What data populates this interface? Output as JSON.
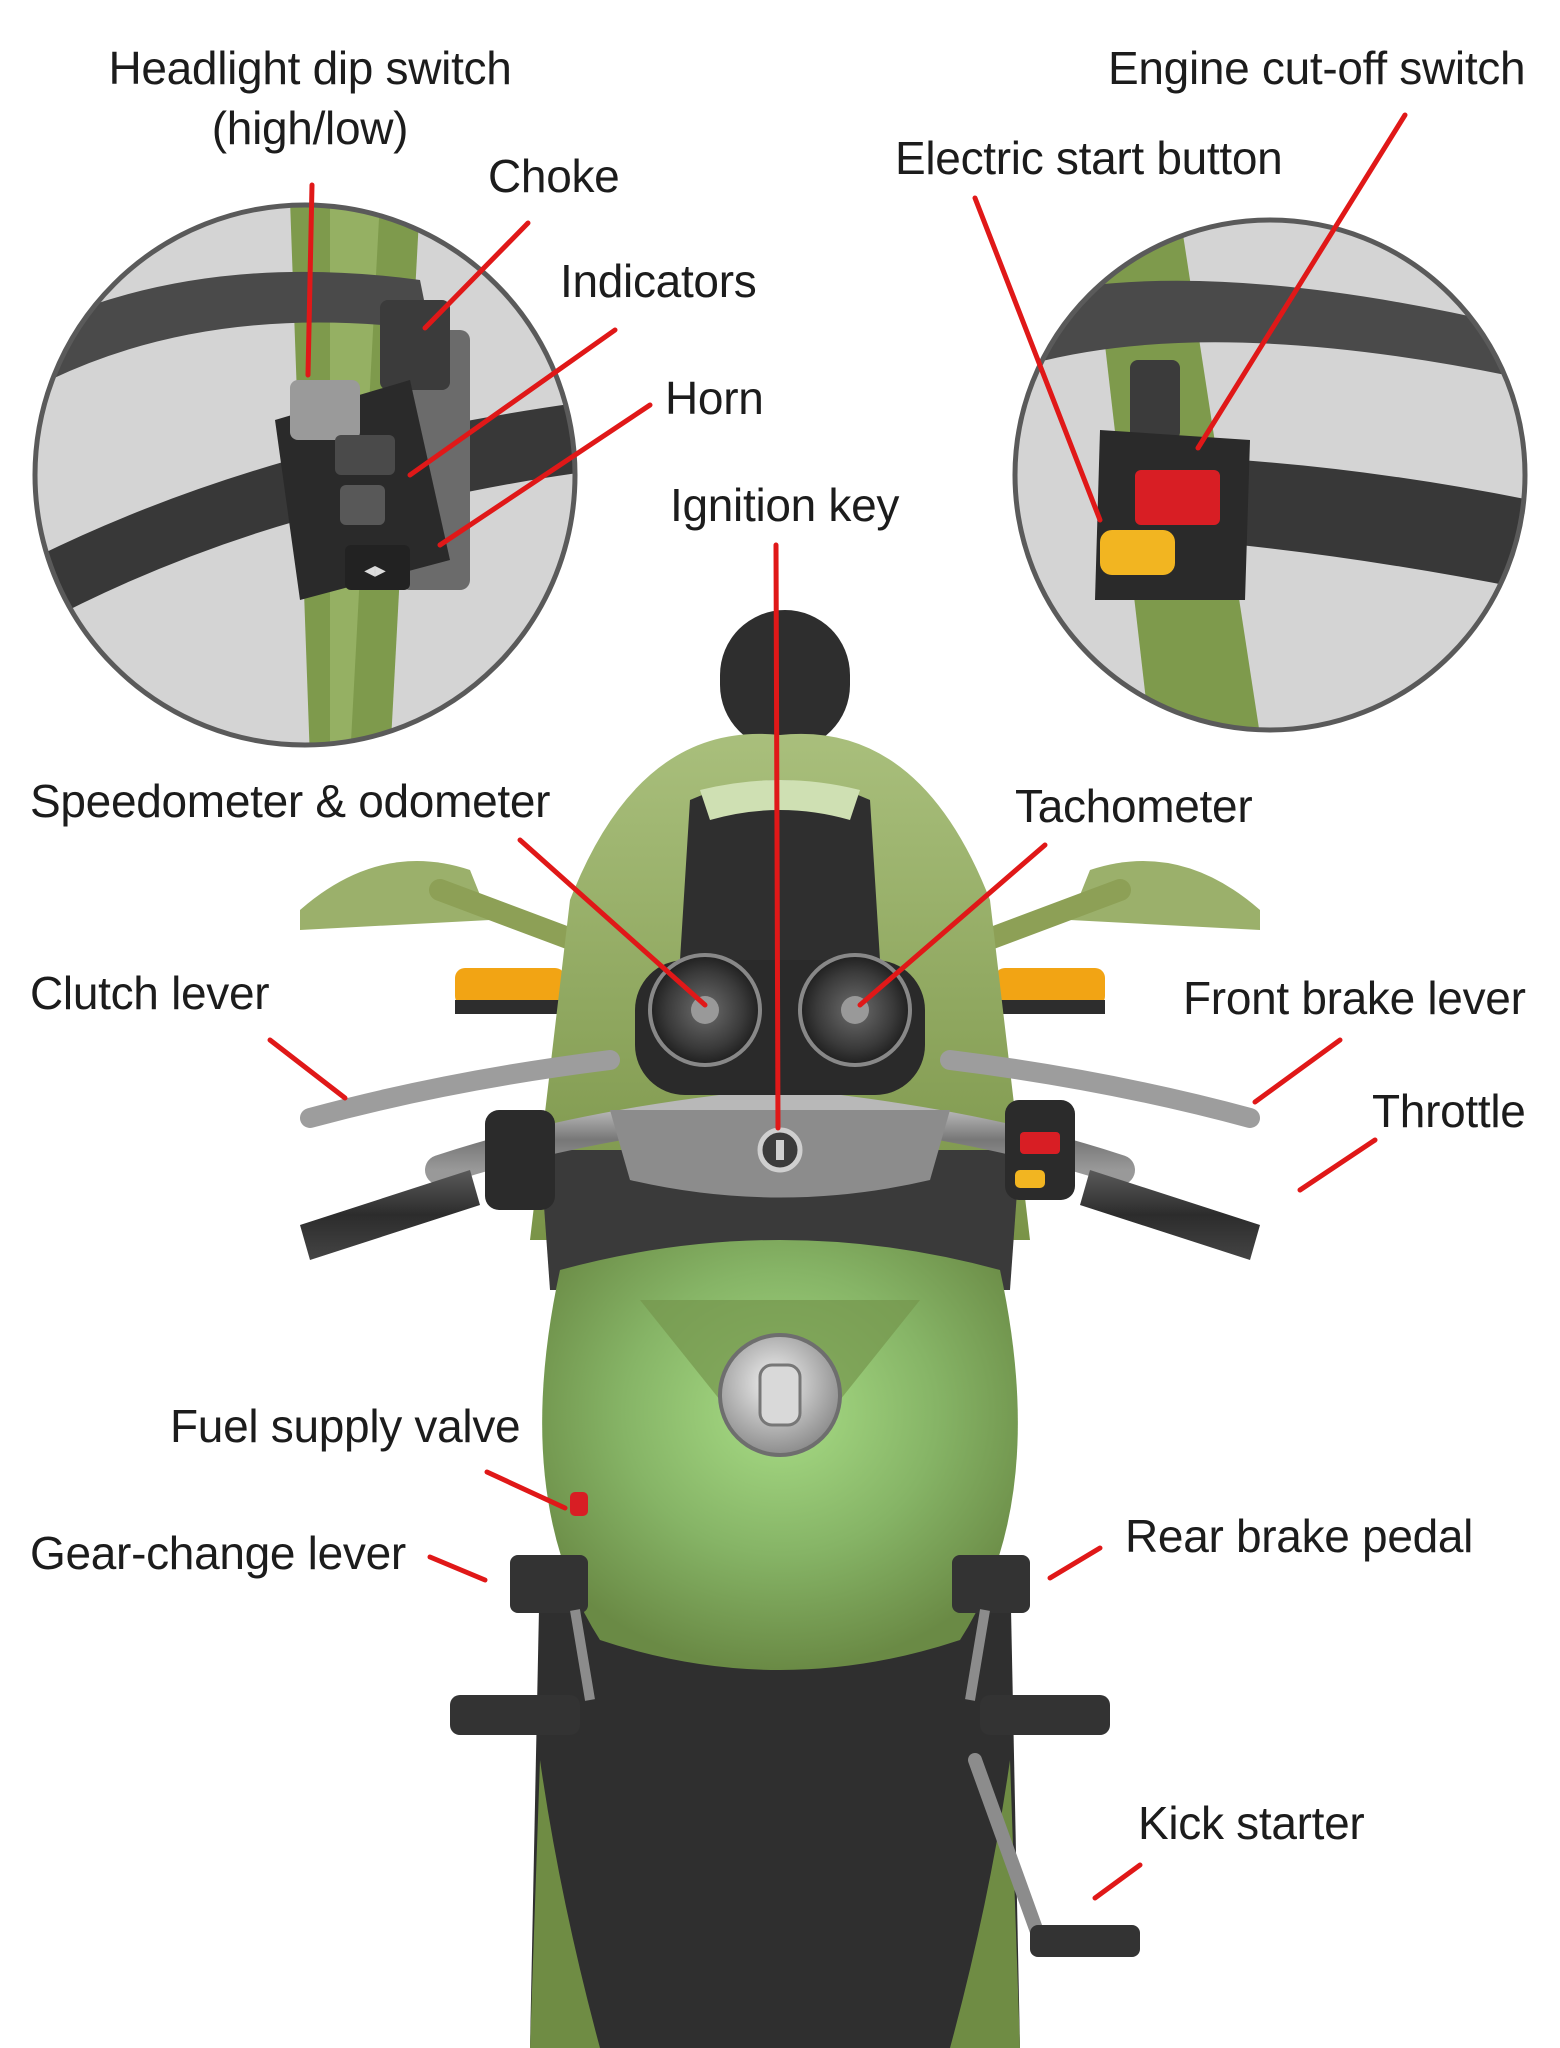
{
  "labels": {
    "headlight_dip_switch": "Headlight dip switch",
    "headlight_dip_switch_sub": "(high/low)",
    "choke": "Choke",
    "indicators": "Indicators",
    "horn": "Horn",
    "engine_cutoff_switch": "Engine cut-off switch",
    "electric_start_button": "Electric start button",
    "ignition_key": "Ignition key",
    "speedometer_odometer": "Speedometer & odometer",
    "tachometer": "Tachometer",
    "clutch_lever": "Clutch lever",
    "front_brake_lever": "Front brake lever",
    "throttle": "Throttle",
    "fuel_supply_valve": "Fuel supply valve",
    "gear_change_lever": "Gear-change lever",
    "rear_brake_pedal": "Rear brake pedal",
    "kick_starter": "Kick starter"
  },
  "colors": {
    "leader_line": "#e01818",
    "body_green": "#7f9a4f",
    "body_green_light": "#a6bd76",
    "tank_highlight": "#9ccf7a",
    "dark": "#2e2e2e",
    "amber": "#f2a414",
    "kill_switch_red": "#d81e24",
    "start_button_amber": "#f2b521"
  }
}
